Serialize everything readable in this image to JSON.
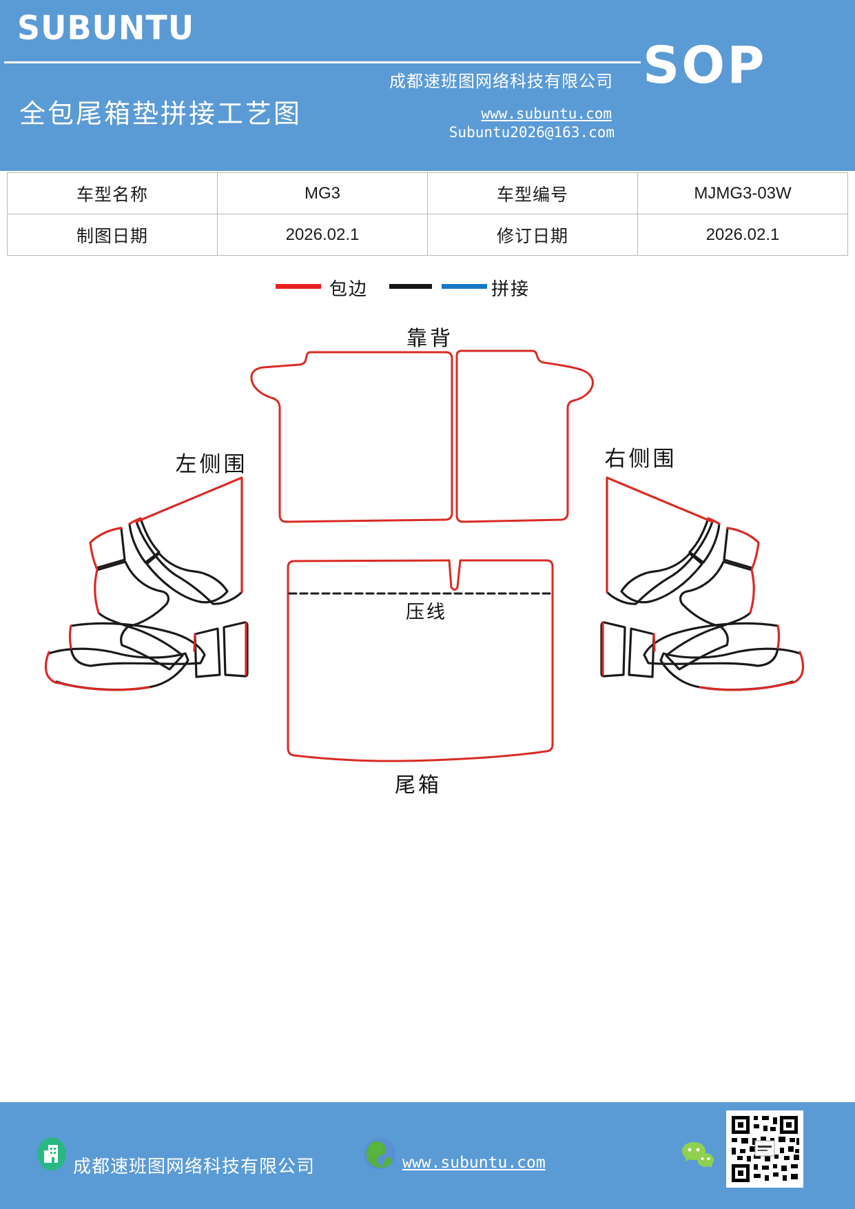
{
  "header": {
    "logo": "SUBUNTU",
    "title": "全包尾箱垫拼接工艺图",
    "company": "成都速班图网络科技有限公司",
    "sop_badge": "SOP",
    "website": "www.subuntu.com",
    "email": "Subuntu2026@163.com",
    "background_color": "#5b9bd5"
  },
  "info_table": {
    "rows": [
      [
        "车型名称",
        "MG3",
        "车型编号",
        "MJMG3-03W"
      ],
      [
        "制图日期",
        "2026.02.1",
        "修订日期",
        "2026.02.1"
      ]
    ]
  },
  "legend": {
    "edge_binding_label": "包边",
    "seam_label": "拼接",
    "edge_binding_color": "#e8201d",
    "seam_colors": [
      "#151515",
      "#1777c4"
    ]
  },
  "diagram": {
    "labels": {
      "backrest": "靠背",
      "left_side": "左侧围",
      "right_side": "右侧围",
      "crease": "压线",
      "trunk": "尾箱"
    },
    "line_colors": {
      "edge_binding": "#da2a24",
      "seam": "#1a1a1a"
    }
  },
  "footer": {
    "company": "成都速班图网络科技有限公司",
    "website": "www.subuntu.com",
    "icons": [
      "building-icon",
      "globe-icon",
      "wechat-icon",
      "qr-code"
    ]
  }
}
